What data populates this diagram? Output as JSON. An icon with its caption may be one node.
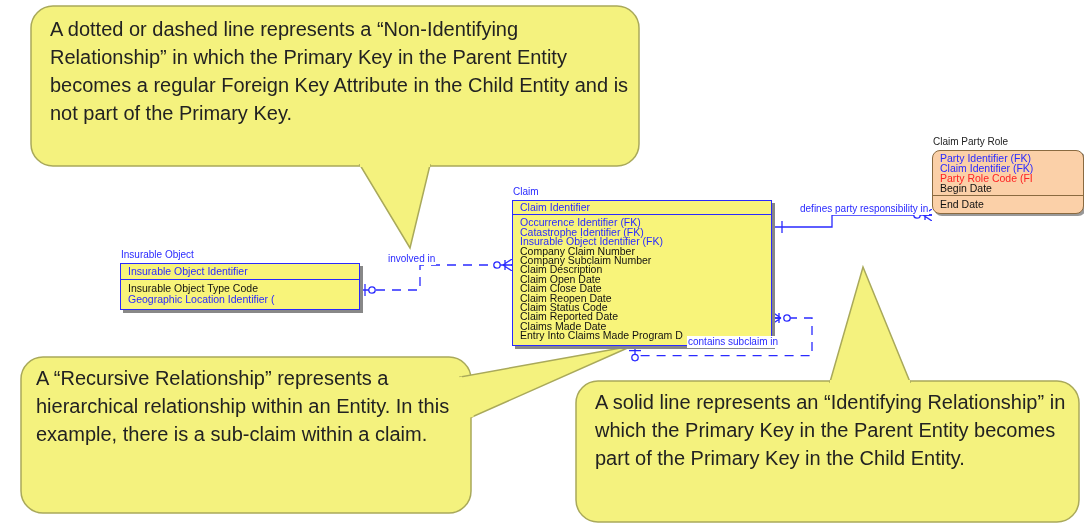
{
  "diagram": {
    "nodes": [
      {
        "text": [
          "A dotted or dashed  line represents a “Non-Identifying Relationship” in which the Primary Key in the Parent Entity becomes a regular Foreign Key Attribute in the Child Entity and is not part of the Primary Key."
        ]
      },
      {
        "text": [
          "Insurable Object",
          "Insurable Object Identifier",
          "Insurable Object Type Code",
          "Geographic Location Identifier ("
        ]
      },
      {
        "text": [
          "Claim",
          "Claim Identifier",
          "Occurrence Identifier (FK)",
          "Catastrophe Identifier (FK)",
          "Insurable Object Identifier (FK)",
          "Company Claim Number",
          "Company Subclaim Number",
          "Claim Description",
          "Claim Open Date",
          "Claim Close Date",
          "Claim Reopen Date",
          "Claim Status Code",
          "Claim Reported Date",
          "Claims Made Date",
          "Entry Into Claims Made Program D"
        ]
      },
      {
        "text": [
          "Claim Party Role",
          "Party Identifier (FK)",
          "Claim Identifier (FK)",
          "Party Role Code (FI",
          "Begin Date",
          "End Date"
        ]
      },
      {
        "text": [
          "A “Recursive Relationship” represents a hierarchical relationship within an Entity. In this example, there is a sub-claim within a claim."
        ]
      },
      {
        "text": [
          "A solid line represents an “Identifying Relationship” in which the Primary Key in the Parent Entity becomes part of the Primary Key in the Child Entity."
        ]
      }
    ],
    "edges": [
      {
        "from": 1,
        "to": 2,
        "arrow": "other",
        "label": "involved in",
        "style": "dashed"
      },
      {
        "from": 2,
        "to": 3,
        "arrow": "other",
        "label": "defines party responsibility in"
      },
      {
        "from": 2,
        "to": 2,
        "arrow": "other",
        "label": "contains subclaim in",
        "style": "dashed"
      }
    ]
  }
}
